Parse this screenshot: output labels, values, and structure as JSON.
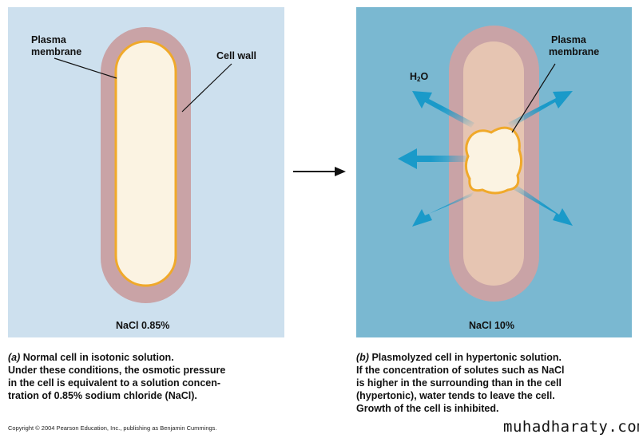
{
  "panel_a": {
    "label_plasma_membrane_1": "Plasma",
    "label_plasma_membrane_2": "membrane",
    "label_cell_wall": "Cell wall",
    "concentration": "NaCl 0.85%",
    "caption_tag": "(a)",
    "caption_title": " Normal cell in isotonic solution.",
    "caption_lines": [
      "Under these conditions, the osmotic pressure",
      "in the cell is equivalent to a solution concen-",
      "tration of 0.85% sodium chloride (NaCl)."
    ]
  },
  "panel_b": {
    "label_plasma_membrane_1": "Plasma",
    "label_plasma_membrane_2": "membrane",
    "label_water": "H",
    "label_water_sub": "2",
    "label_water_tail": "O",
    "concentration": "NaCl 10%",
    "caption_tag": "(b)",
    "caption_title": " Plasmolyzed cell in hypertonic solution.",
    "caption_lines": [
      "If the concentration of solutes such as NaCl",
      "is higher in the surrounding than in the cell",
      "(hypertonic), water tends to leave the cell.",
      "Growth of the cell is inhibited."
    ]
  },
  "footer": {
    "copyright": "Copyright © 2004 Pearson Education, Inc., publishing as Benjamin Cummings.",
    "watermark": "muhadharaty.com"
  },
  "colors": {
    "panel_a_bg": "#cde0ee",
    "panel_b_bg": "#7ab8d1",
    "cell_wall": "#c9a3a6",
    "cytoplasm": "#fbf3e2",
    "membrane": "#f0a92a",
    "water_arrow": "#1a9ac9"
  }
}
